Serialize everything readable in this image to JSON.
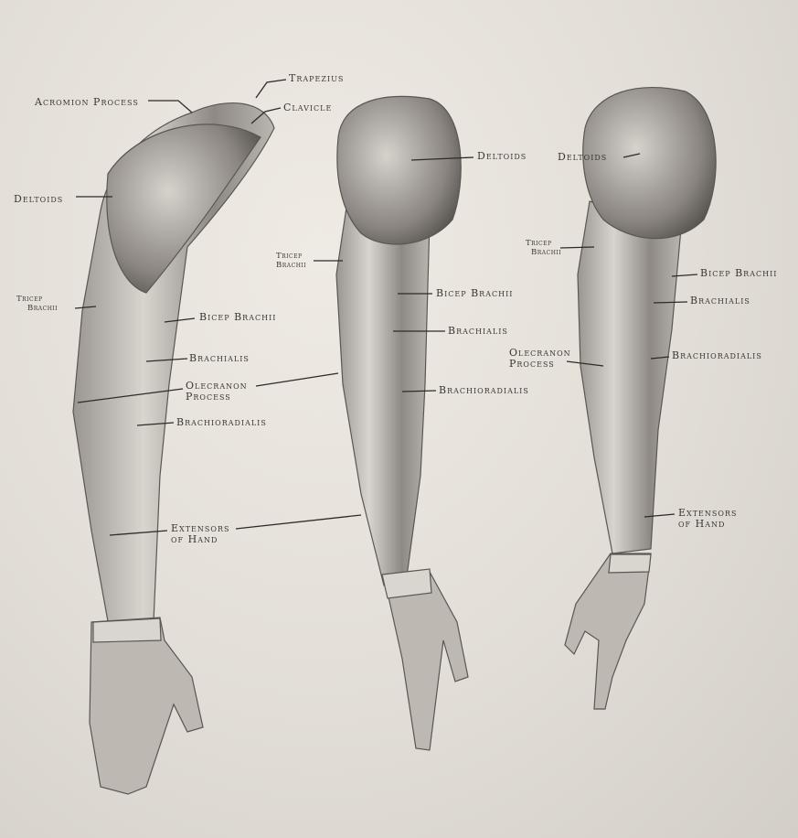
{
  "arm_front": {
    "acromion_process": "Acromion Process",
    "trapezius": "Trapezius",
    "clavicle": "Clavicle",
    "deltoids": "Deltoids",
    "tricep_brachii": [
      "Tricep",
      "Brachii"
    ],
    "bicep_brachii": "Bicep Brachii",
    "brachialis": "Brachialis",
    "olecranon_process": [
      "Olecranon",
      "Process"
    ],
    "brachioradialis": "Brachioradialis",
    "extensors_of_hand": [
      "Extensors",
      "of Hand"
    ]
  },
  "arm_middle": {
    "deltoids": "Deltoids",
    "tricep_brachii": [
      "Tricep",
      "Brachii"
    ],
    "bicep_brachii": "Bicep Brachii",
    "brachialis": "Brachialis",
    "brachioradialis": "Brachioradialis"
  },
  "arm_right": {
    "deltoids": "Deltoids",
    "tricep_brachii": [
      "Tricep",
      "Brachii"
    ],
    "bicep_brachii": "Bicep Brachii",
    "brachialis": "Brachialis",
    "olecranon_process": [
      "Olecranon",
      "Process"
    ],
    "brachioradialis": "Brachioradialis",
    "extensors_of_hand": [
      "Extensors",
      "of Hand"
    ]
  },
  "colors": {
    "paper": "#e4e0d9",
    "pencil": "#3a3632"
  }
}
